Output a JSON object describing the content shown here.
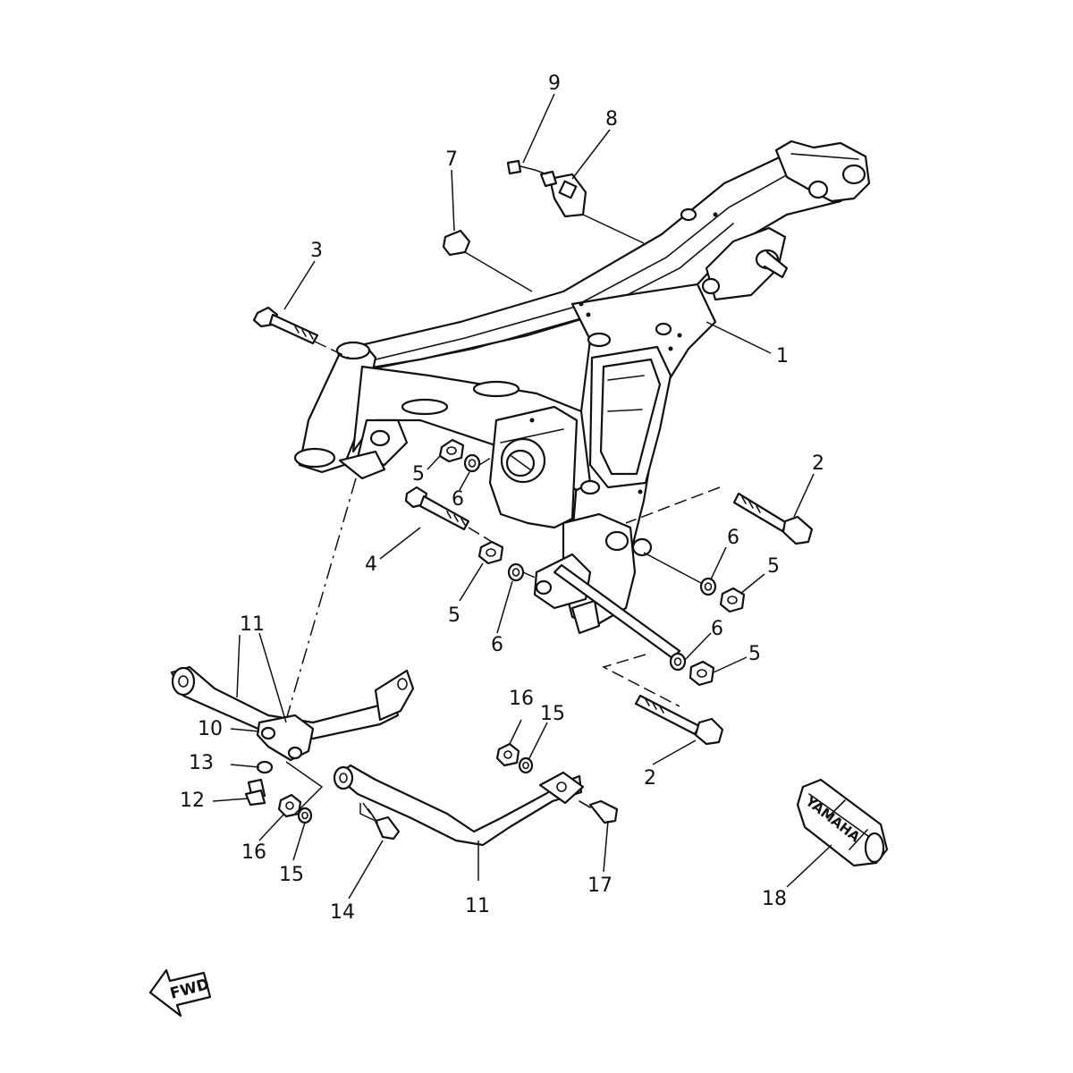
{
  "diagram": {
    "callouts": {
      "c1": "1",
      "c2a": "2",
      "c2b": "2",
      "c3": "3",
      "c4": "4",
      "c5a": "5",
      "c5b": "5",
      "c5c": "5",
      "c5d": "5",
      "c6a": "6",
      "c6b": "6",
      "c6c": "6",
      "c6d": "6",
      "c7": "7",
      "c8": "8",
      "c9": "9",
      "c10": "10",
      "c11a": "11",
      "c11b": "11",
      "c12": "12",
      "c13": "13",
      "c14": "14",
      "c15a": "15",
      "c15b": "15",
      "c16a": "16",
      "c16b": "16",
      "c17": "17",
      "c18": "18"
    },
    "fwd_label": "FWD",
    "tool_bag_text": "YAMAHA"
  }
}
